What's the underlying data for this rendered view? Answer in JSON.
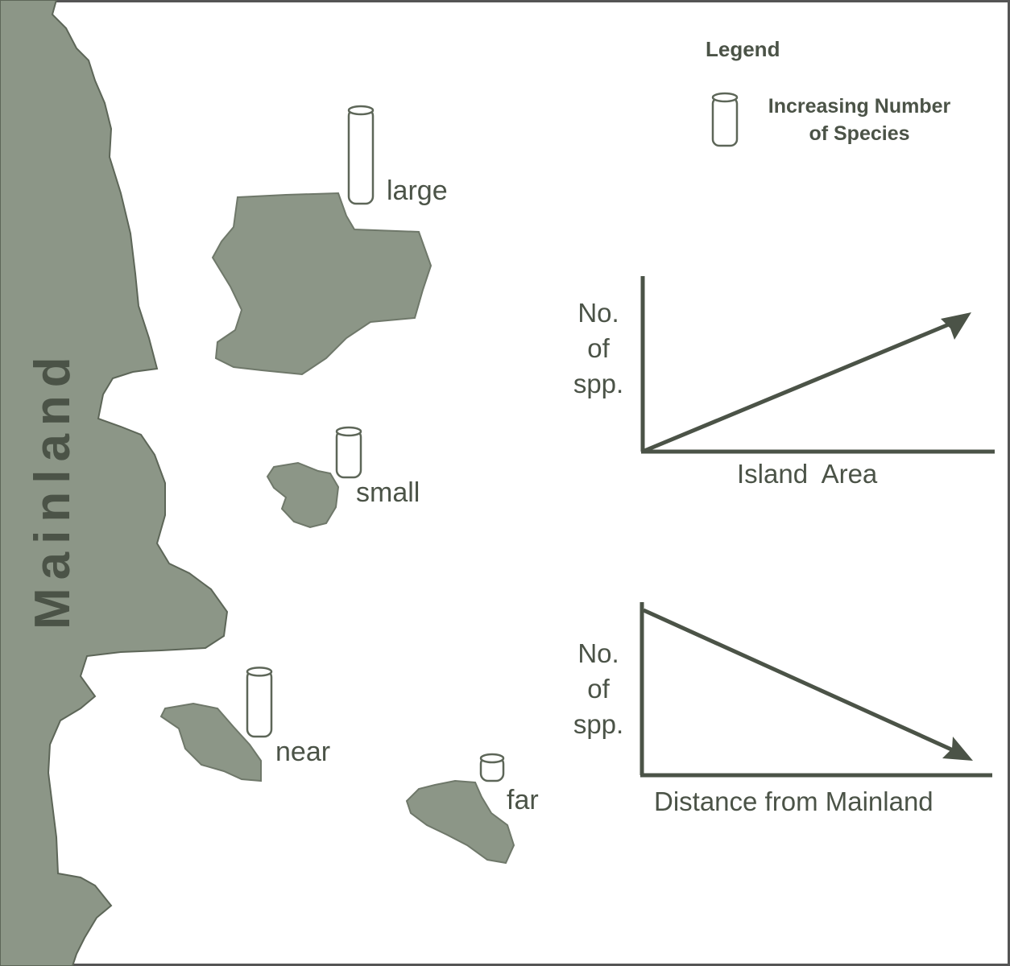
{
  "mainland": {
    "label": "Mainland"
  },
  "legend": {
    "title": "Legend",
    "item_label_line1": "Increasing Number",
    "item_label_line2": "of Species"
  },
  "islands": [
    {
      "label": "large",
      "relative_species": 1.0
    },
    {
      "label": "small",
      "relative_species": 0.5
    },
    {
      "label": "near",
      "relative_species": 0.7
    },
    {
      "label": "far",
      "relative_species": 0.25
    }
  ],
  "graphs": {
    "area": {
      "ylabel_line1": "No.",
      "ylabel_line2": "of",
      "ylabel_line3": "spp.",
      "xlabel": "Island  Area",
      "trend": "increasing"
    },
    "distance": {
      "ylabel_line1": "No.",
      "ylabel_line2": "of",
      "ylabel_line3": "spp.",
      "xlabel": "Distance from Mainland",
      "trend": "decreasing"
    }
  },
  "colors": {
    "land": "#8c9687",
    "land_outline": "#5d6658",
    "text": "#4b5347",
    "frame": "#555555"
  }
}
